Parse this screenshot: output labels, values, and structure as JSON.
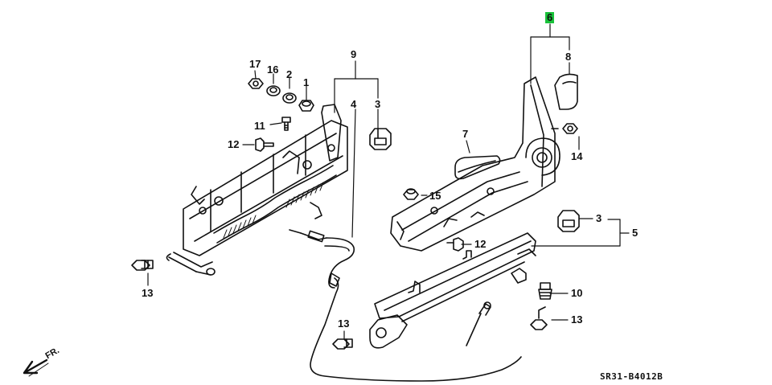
{
  "callouts": [
    {
      "id": "c1",
      "text": "1"
    },
    {
      "id": "c2",
      "text": "2"
    },
    {
      "id": "c16",
      "text": "16"
    },
    {
      "id": "c17",
      "text": "17"
    },
    {
      "id": "c11",
      "text": "11"
    },
    {
      "id": "c12a",
      "text": "12"
    },
    {
      "id": "c9",
      "text": "9"
    },
    {
      "id": "c4",
      "text": "4"
    },
    {
      "id": "c3a",
      "text": "3"
    },
    {
      "id": "c13a",
      "text": "13"
    },
    {
      "id": "c13b",
      "text": "13"
    },
    {
      "id": "c6",
      "text": "6"
    },
    {
      "id": "c8",
      "text": "8"
    },
    {
      "id": "c7",
      "text": "7"
    },
    {
      "id": "c14",
      "text": "14"
    },
    {
      "id": "c15",
      "text": "15"
    },
    {
      "id": "c3b",
      "text": "3"
    },
    {
      "id": "c5",
      "text": "5"
    },
    {
      "id": "c12b",
      "text": "12"
    },
    {
      "id": "c10",
      "text": "10"
    },
    {
      "id": "c13c",
      "text": "13"
    }
  ],
  "diagram_code": "SR31-B4012B",
  "front_marker": "FR.",
  "highlight_color": "#19c23a"
}
